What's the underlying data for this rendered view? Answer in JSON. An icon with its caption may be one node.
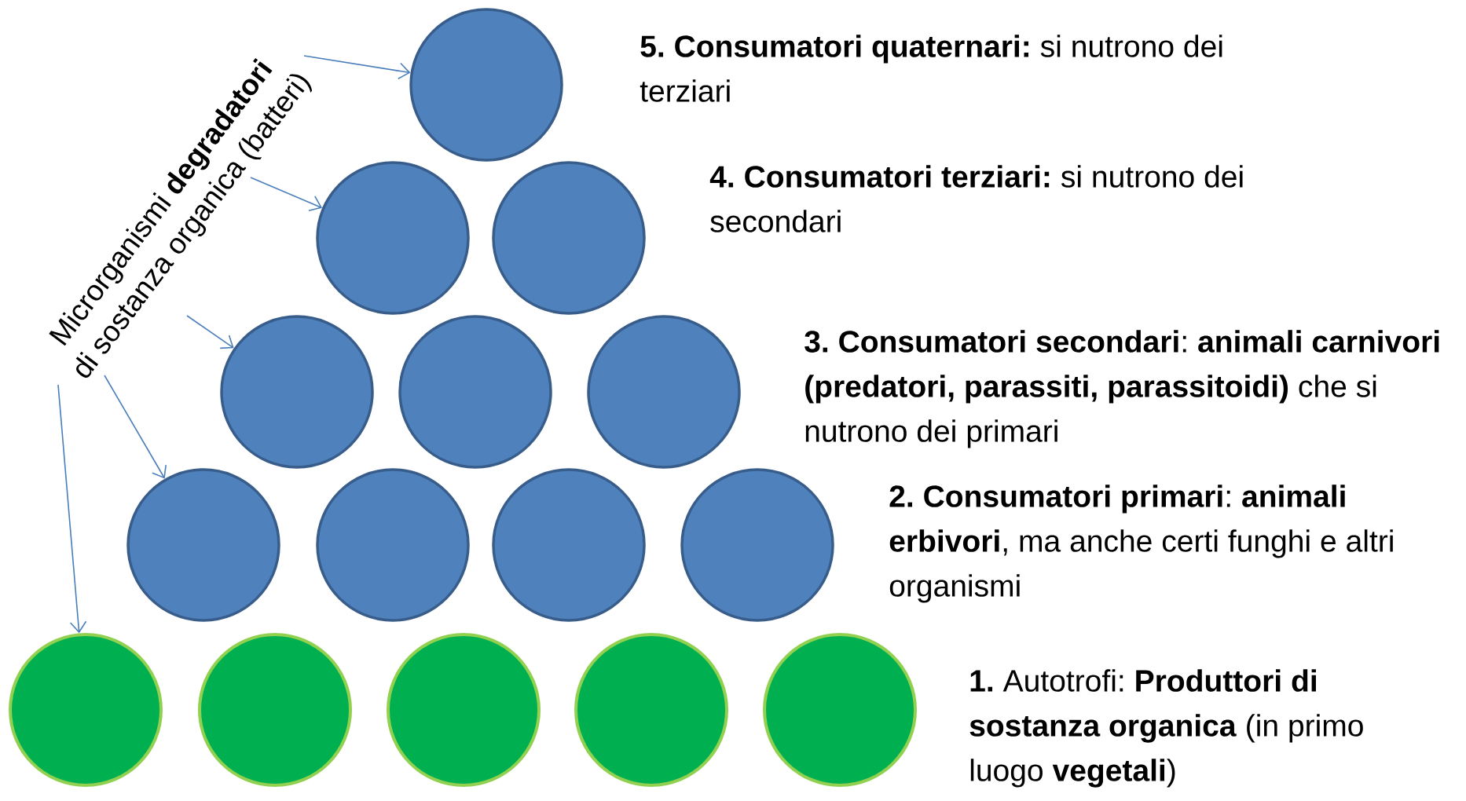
{
  "diagram": {
    "nodes": [
      {
        "text": [
          "Microrganismi **degradatori** di sostanza organica (batteri)"
        ]
      },
      {
        "text": [],
        "shape": "circle"
      },
      {
        "text": [],
        "shape": "circle"
      },
      {
        "text": [],
        "shape": "circle"
      },
      {
        "text": [],
        "shape": "circle"
      },
      {
        "text": [],
        "shape": "circle"
      },
      {
        "text": [],
        "shape": "circle"
      },
      {
        "text": [],
        "shape": "circle"
      },
      {
        "text": [],
        "shape": "circle"
      },
      {
        "text": [],
        "shape": "circle"
      },
      {
        "text": [],
        "shape": "circle"
      },
      {
        "text": [],
        "shape": "circle"
      },
      {
        "text": [],
        "shape": "circle"
      },
      {
        "text": [],
        "shape": "circle"
      },
      {
        "text": [],
        "shape": "circle"
      },
      {
        "text": [],
        "shape": "circle"
      }
    ],
    "edges": [
      {
        "from": 0,
        "to": 1,
        "arrow": "to"
      },
      {
        "from": 0,
        "to": 2,
        "arrow": "to"
      },
      {
        "from": 0,
        "to": 4,
        "arrow": "to"
      },
      {
        "from": 0,
        "to": 7,
        "arrow": "to"
      },
      {
        "from": 0,
        "to": 11,
        "arrow": "to"
      }
    ],
    "labels": [
      "**5. Consumatori quaternari:** si nutrono dei terziari",
      "**4. Consumatori terziari:** si nutrono dei secondari",
      "**3. Consumatori secondari**: **animali carnivori (predatori, parassiti, parassitoidi)** che si nutrono dei primari",
      "**2. Consumatori primari**: **animali erbivori**, ma anche certi funghi e altri organismi",
      "**1.** Autotrofi: **Produttori di sostanza organica** (in primo luogo **vegetali**)"
    ]
  }
}
